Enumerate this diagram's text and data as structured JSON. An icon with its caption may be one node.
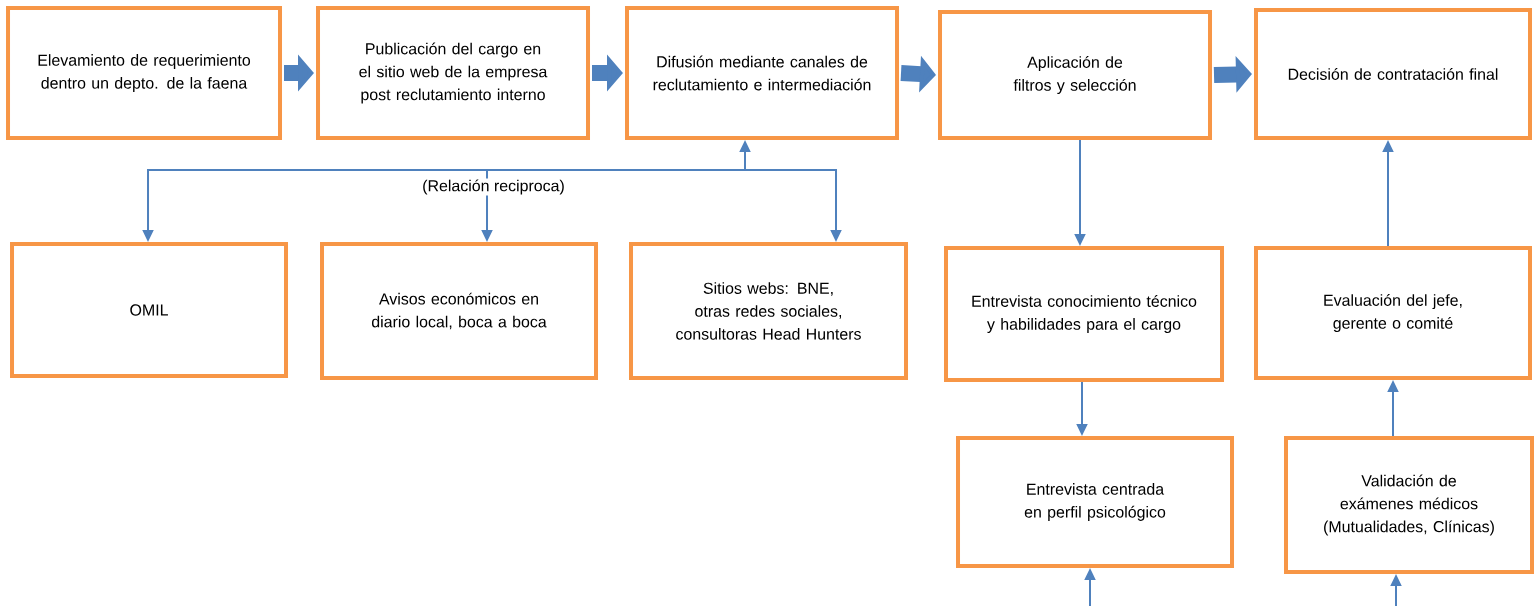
{
  "diagram": {
    "nodes": [
      {
        "text": [
          "Elevamiento de requerimiento dentro un depto. de la faena"
        ]
      },
      {
        "text": [
          "Publicación del cargo en el sitio web de la empresa post reclutamiento interno"
        ]
      },
      {
        "text": [
          "Difusión mediante canales de reclutamiento e intermediación"
        ]
      },
      {
        "text": [
          "Aplicación de filtros y selección"
        ]
      },
      {
        "text": [
          "Decisión de contratación final"
        ]
      },
      {
        "text": [
          "OMIL"
        ]
      },
      {
        "text": [
          "Avisos económicos en diario local, boca a boca"
        ]
      },
      {
        "text": [
          "Sitios webs: BNE, otras redes sociales, consultoras Head Hunters"
        ]
      },
      {
        "text": [
          "Entrevista conocimiento técnico y habilidades para el cargo"
        ]
      },
      {
        "text": [
          "Evaluación del jefe, gerente o comité"
        ]
      },
      {
        "text": [
          "Entrevista centrada en perfil psicológico"
        ]
      },
      {
        "text": [
          "Validación de exámenes médicos (Mutualidades, Clínicas)"
        ]
      }
    ],
    "edges": [
      {
        "from": 0,
        "to": 1,
        "arrow": "to",
        "style": "thick"
      },
      {
        "from": 1,
        "to": 2,
        "arrow": "to",
        "style": "thick"
      },
      {
        "from": 2,
        "to": 3,
        "arrow": "to",
        "style": "thick"
      },
      {
        "from": 3,
        "to": 4,
        "arrow": "to",
        "style": "thick"
      },
      {
        "from": 2,
        "to": 5,
        "arrow": "both"
      },
      {
        "from": 2,
        "to": 6,
        "arrow": "both",
        "label": "(Relación reciproca)"
      },
      {
        "from": 2,
        "to": 7,
        "arrow": "both"
      },
      {
        "from": 3,
        "to": 8,
        "arrow": "to"
      },
      {
        "from": 8,
        "to": 10,
        "arrow": "to"
      },
      {
        "from": null,
        "to": 10,
        "arrow": "to"
      },
      {
        "from": null,
        "to": 11,
        "arrow": "to"
      },
      {
        "from": 11,
        "to": 9,
        "arrow": "to"
      },
      {
        "from": 9,
        "to": 4,
        "arrow": "to"
      }
    ]
  }
}
